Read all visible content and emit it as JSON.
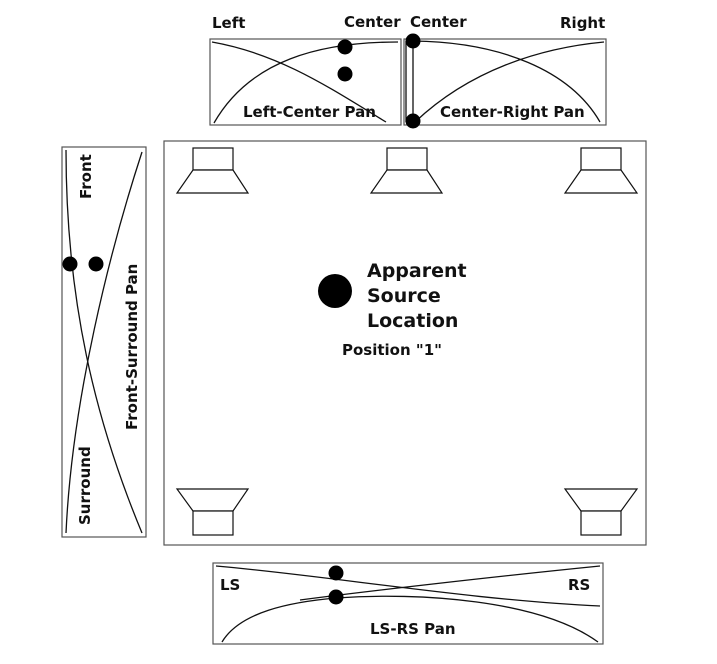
{
  "top_left_pan": {
    "left_label": "Left",
    "center_label": "Center",
    "pan_label": "Left-Center Pan"
  },
  "top_right_pan": {
    "center_label": "Center",
    "right_label": "Right",
    "pan_label": "Center-Right Pan"
  },
  "side_pan": {
    "front_label": "Front",
    "surround_label": "Surround",
    "pan_label": "Front-Surround Pan"
  },
  "bottom_pan": {
    "ls_label": "LS",
    "rs_label": "RS",
    "pan_label": "LS-RS Pan"
  },
  "source": {
    "line1": "Apparent",
    "line2": "Source",
    "line3": "Location",
    "position_label": "Position \"1\""
  },
  "colors": {
    "ink": "#111111",
    "panel_border": "#555555",
    "background": "#ffffff"
  }
}
